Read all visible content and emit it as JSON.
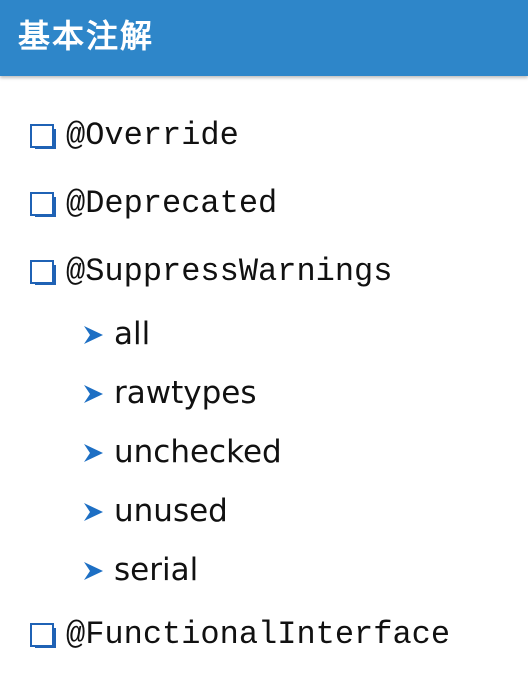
{
  "header": {
    "title": "基本注解"
  },
  "colors": {
    "header_bg": "#2e86c9",
    "bullet": "#1f62b5",
    "arrow": "#1d6fc4"
  },
  "annotations": [
    {
      "label": "@Override"
    },
    {
      "label": "@Deprecated"
    },
    {
      "label": "@SuppressWarnings"
    },
    {
      "label": "@FunctionalInterface"
    }
  ],
  "suppress_values": [
    {
      "label": "all"
    },
    {
      "label": "rawtypes"
    },
    {
      "label": "unchecked"
    },
    {
      "label": "unused"
    },
    {
      "label": "serial"
    }
  ]
}
